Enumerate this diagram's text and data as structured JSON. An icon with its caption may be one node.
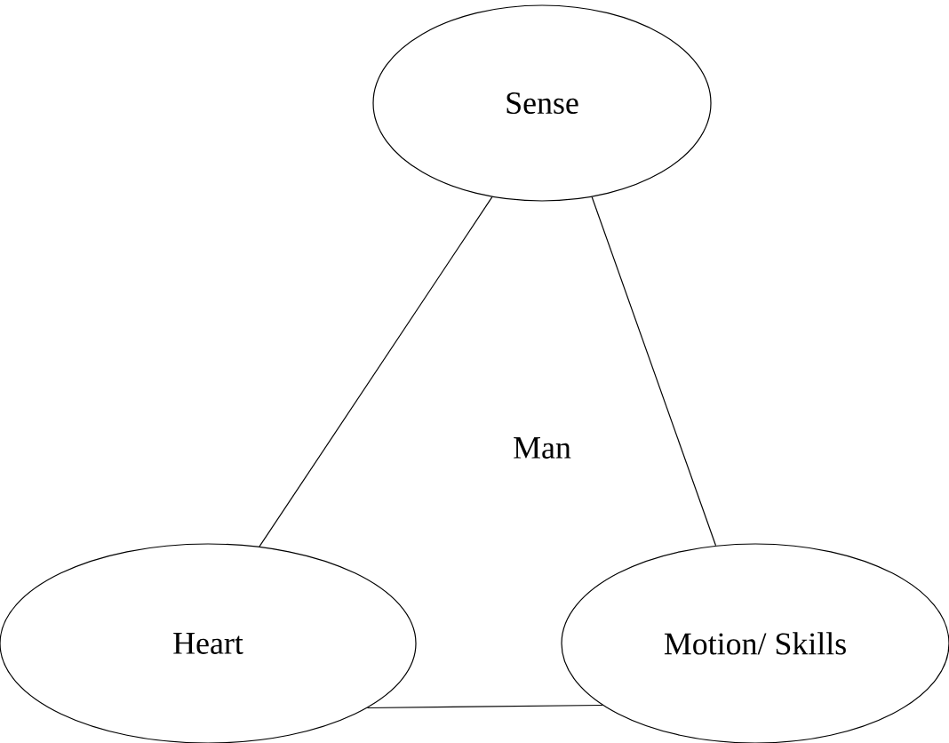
{
  "diagram": {
    "nodes": [
      {
        "text": [
          "Sense"
        ]
      },
      {
        "text": [
          "Heart"
        ]
      },
      {
        "text": [
          "Motion/ Skills"
        ]
      }
    ],
    "edges": [
      {
        "from": 0,
        "to": 1,
        "arrow": "none"
      },
      {
        "from": 0,
        "to": 2,
        "arrow": "none"
      },
      {
        "from": 1,
        "to": 2,
        "arrow": "none"
      }
    ],
    "labels": [
      "Man"
    ]
  }
}
